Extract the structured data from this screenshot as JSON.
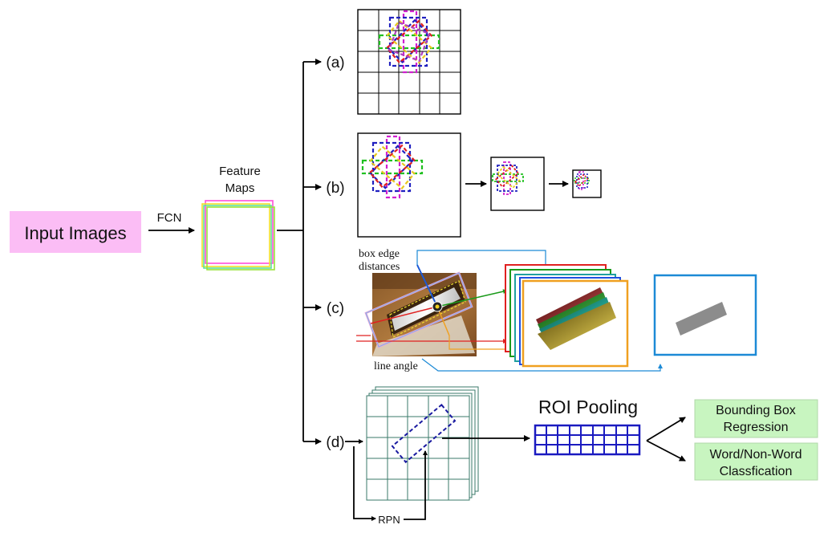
{
  "nodes": {
    "input": "Input Images",
    "fcn": "FCN",
    "feature_maps_line1": "Feature",
    "feature_maps_line2": "Maps",
    "rpn": "RPN",
    "roi_pooling": "ROI Pooling"
  },
  "branches": [
    {
      "label": "(a)"
    },
    {
      "label": "(b)"
    },
    {
      "label": "(c)"
    },
    {
      "label": "(d)"
    }
  ],
  "annotations": {
    "box_edge_distances_line1": "box edge",
    "box_edge_distances_line2": "distances",
    "line_angle": "line angle"
  },
  "outputs": {
    "bbox_line1": "Bounding Box",
    "bbox_line2": "Regression",
    "cls_line1": "Word/Non-Word",
    "cls_line2": "Classfication"
  },
  "colors": {
    "input_box": "#fbbdf5",
    "output_boxes": "#c8f5c0",
    "roi_grid": "#1a1ac0",
    "angle_map": "#1c8ad6"
  }
}
